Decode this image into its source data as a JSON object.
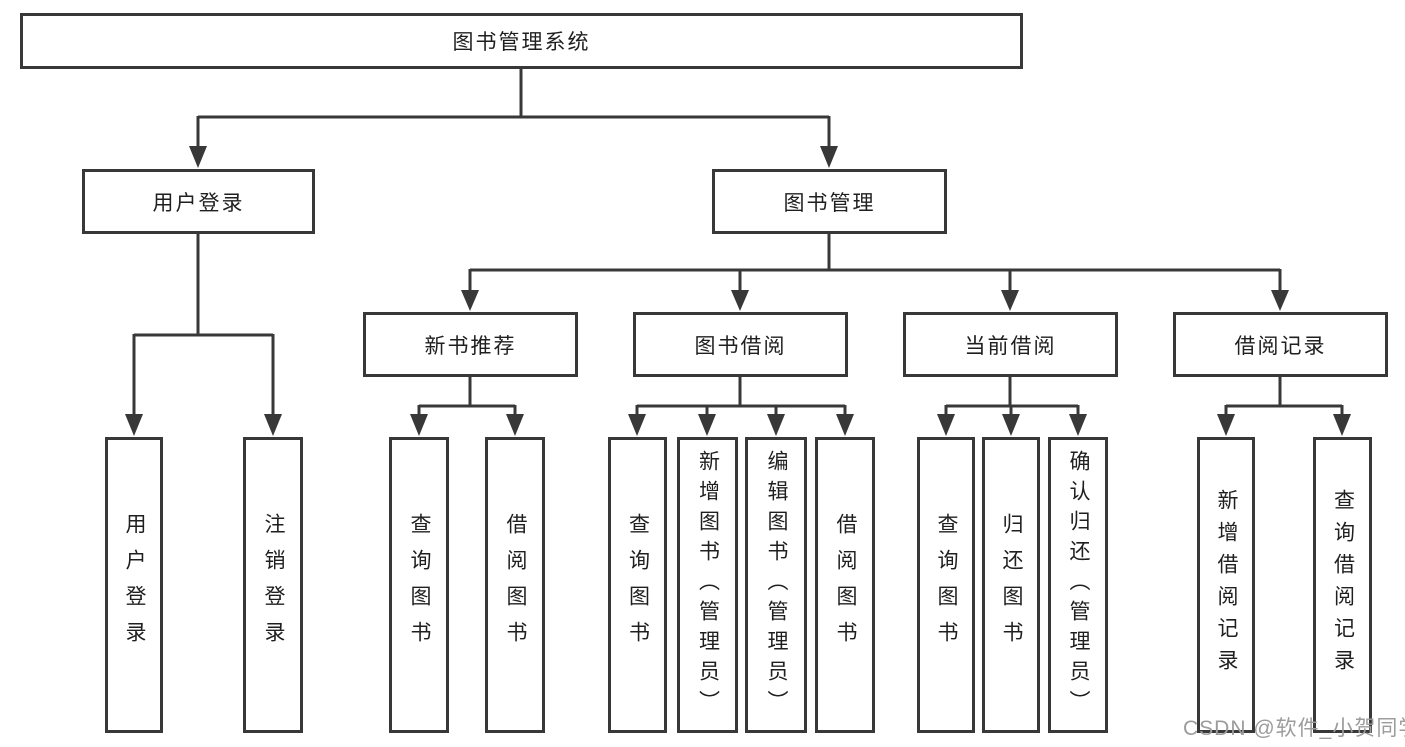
{
  "title": {
    "label": "图书管理系统"
  },
  "branches": [
    {
      "label": "用户登录",
      "children": [
        "用户登录",
        "注销登录"
      ]
    },
    {
      "label": "图书管理",
      "sections": [
        {
          "label": "新书推荐",
          "children": [
            "查询图书",
            "借阅图书"
          ]
        },
        {
          "label": "图书借阅",
          "children": [
            "查询图书",
            "新增图书（管理员）",
            "编辑图书（管理员）",
            "借阅图书"
          ]
        },
        {
          "label": "当前借阅",
          "children": [
            "查询图书",
            "归还图书",
            "确认归还（管理员）"
          ]
        },
        {
          "label": "借阅记录",
          "children": [
            "新增借阅记录",
            "查询借阅记录"
          ]
        }
      ]
    }
  ],
  "watermark": {
    "text": "CSDN @软件_小贺同学"
  },
  "colors": {
    "line": "#383838",
    "box_border": "#383838",
    "text": "#1f1f1f",
    "watermark": "#9c9c9c",
    "background": "#ffffff"
  }
}
